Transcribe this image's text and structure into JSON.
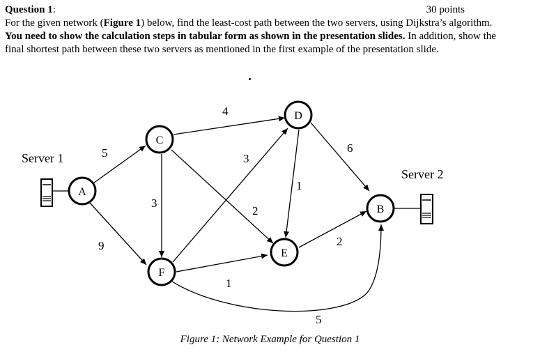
{
  "question": {
    "title": "Question 1",
    "title_colon": ":",
    "points": "30 points",
    "text_1": "For the given network (",
    "text_fig": "Figure 1",
    "text_2": ") below, find the least-cost path between the two servers, using Dijkstra’s algorithm.",
    "text_bold": " You need to show the calculation steps in tabular form as shown in the presentation slides.",
    "text_3": " In addition, show the final shortest path between these two servers as mentioned in the first example of the presentation slide."
  },
  "figure": {
    "caption": "Figure 1: Network Example for Question 1",
    "server_left_label": "Server 1",
    "server_right_label": "Server 2",
    "nodes": [
      "A",
      "B",
      "C",
      "D",
      "E",
      "F"
    ],
    "edges": [
      {
        "from": "A",
        "to": "C",
        "weight": "5"
      },
      {
        "from": "A",
        "to": "F",
        "weight": "9"
      },
      {
        "from": "C",
        "to": "D",
        "weight": "4"
      },
      {
        "from": "C",
        "to": "F",
        "weight": "3"
      },
      {
        "from": "C",
        "to": "E",
        "weight": "2"
      },
      {
        "from": "F",
        "to": "D",
        "weight": "3"
      },
      {
        "from": "F",
        "to": "E",
        "weight": "1"
      },
      {
        "from": "D",
        "to": "E",
        "weight": "1"
      },
      {
        "from": "D",
        "to": "B",
        "weight": "6"
      },
      {
        "from": "E",
        "to": "B",
        "weight": "2"
      },
      {
        "from": "F",
        "to": "B",
        "weight": "5"
      }
    ]
  }
}
